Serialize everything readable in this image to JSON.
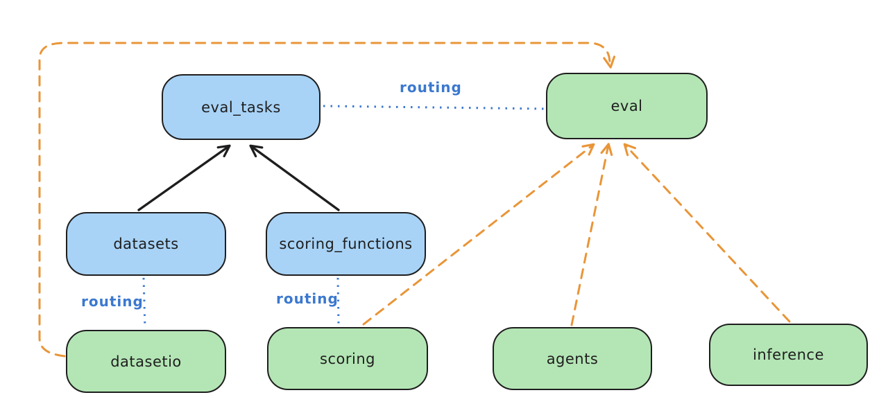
{
  "diagram": {
    "type": "architecture-flow-diagram",
    "background": "#ffffff",
    "colors": {
      "blue_node_fill": "#a8d3f7",
      "green_node_fill": "#b4e6b5",
      "node_border": "#1e1e1e",
      "routing_line_blue": "#3b78cf",
      "provider_arrow_orange": "#e99537",
      "dependency_arrow_black": "#1e1e1e"
    },
    "nodes": [
      {
        "id": "eval_tasks",
        "label": "eval_tasks",
        "fill": "blue"
      },
      {
        "id": "eval",
        "label": "eval",
        "fill": "green"
      },
      {
        "id": "datasets",
        "label": "datasets",
        "fill": "blue"
      },
      {
        "id": "scoring_functions",
        "label": "scoring_functions",
        "fill": "blue"
      },
      {
        "id": "datasetio",
        "label": "datasetio",
        "fill": "green"
      },
      {
        "id": "scoring",
        "label": "scoring",
        "fill": "green"
      },
      {
        "id": "agents",
        "label": "agents",
        "fill": "green"
      },
      {
        "id": "inference",
        "label": "inference",
        "fill": "green"
      }
    ],
    "edges": [
      {
        "from": "datasets",
        "to": "eval_tasks",
        "style": "solid-black-arrow",
        "label": ""
      },
      {
        "from": "scoring_functions",
        "to": "eval_tasks",
        "style": "solid-black-arrow",
        "label": ""
      },
      {
        "from": "eval_tasks",
        "to": "eval",
        "style": "dotted-blue",
        "label": "routing"
      },
      {
        "from": "datasets",
        "to": "datasetio",
        "style": "dotted-blue",
        "label": "routing"
      },
      {
        "from": "scoring_functions",
        "to": "scoring",
        "style": "dotted-blue",
        "label": "routing"
      },
      {
        "from": "scoring",
        "to": "eval",
        "style": "dashed-orange-arrow",
        "label": ""
      },
      {
        "from": "agents",
        "to": "eval",
        "style": "dashed-orange-arrow",
        "label": ""
      },
      {
        "from": "inference",
        "to": "eval",
        "style": "dashed-orange-arrow",
        "label": ""
      },
      {
        "from": "datasetio",
        "to": "eval",
        "style": "dashed-orange-arrow-loop",
        "label": ""
      }
    ]
  }
}
